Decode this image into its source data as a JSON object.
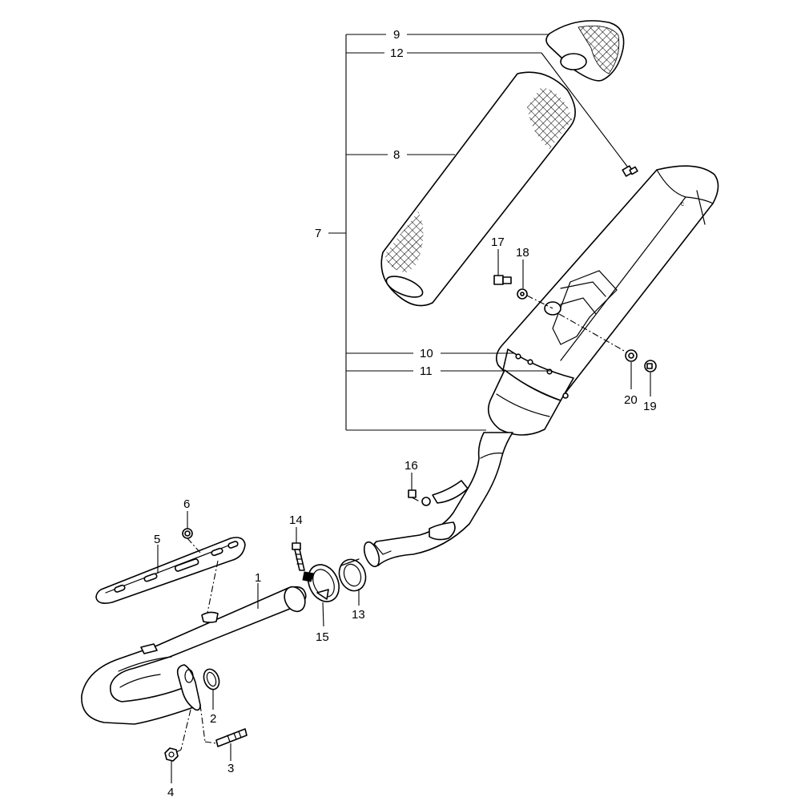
{
  "callouts": {
    "p1": "1",
    "p2": "2",
    "p3": "3",
    "p4": "4",
    "p5": "5",
    "p6": "6",
    "p7": "7",
    "p8": "8",
    "p9": "9",
    "p10": "10",
    "p11": "11",
    "p12": "12",
    "p13": "13",
    "p14": "14",
    "p15": "15",
    "p16": "16",
    "p17": "17",
    "p18": "18",
    "p19": "19",
    "p20": "20"
  },
  "markings": {
    "muffler_letter": "c"
  },
  "colors": {
    "line": "#000000",
    "background": "#ffffff"
  }
}
